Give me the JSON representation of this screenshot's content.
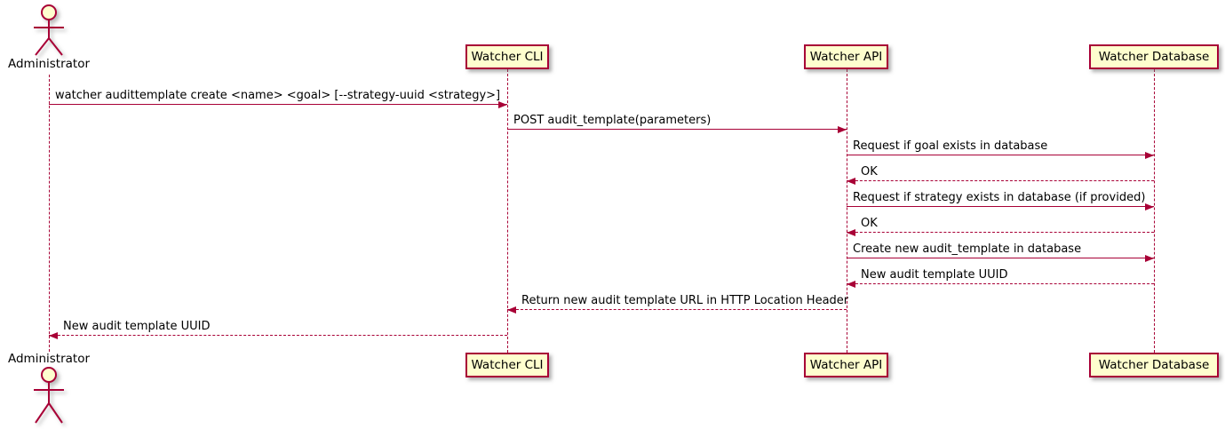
{
  "diagram": {
    "type": "sequence",
    "actor": {
      "label": "Administrator"
    },
    "participants": [
      {
        "id": "watcher-cli",
        "label": "Watcher CLI"
      },
      {
        "id": "watcher-api",
        "label": "Watcher API"
      },
      {
        "id": "watcher-database",
        "label": "Watcher Database"
      }
    ],
    "messages": [
      {
        "from": "Administrator",
        "to": "Watcher CLI",
        "line": "solid",
        "text": "watcher audittemplate create <name> <goal> [--strategy-uuid <strategy>]"
      },
      {
        "from": "Watcher CLI",
        "to": "Watcher API",
        "line": "solid",
        "text": "POST audit_template(parameters)"
      },
      {
        "from": "Watcher API",
        "to": "Watcher Database",
        "line": "solid",
        "text": "Request if goal exists in database"
      },
      {
        "from": "Watcher Database",
        "to": "Watcher API",
        "line": "dashed",
        "text": "OK"
      },
      {
        "from": "Watcher API",
        "to": "Watcher Database",
        "line": "solid",
        "text": "Request if strategy exists in database (if provided)"
      },
      {
        "from": "Watcher Database",
        "to": "Watcher API",
        "line": "dashed",
        "text": "OK"
      },
      {
        "from": "Watcher API",
        "to": "Watcher Database",
        "line": "solid",
        "text": "Create new audit_template in database"
      },
      {
        "from": "Watcher Database",
        "to": "Watcher API",
        "line": "dashed",
        "text": "New audit template UUID"
      },
      {
        "from": "Watcher API",
        "to": "Watcher CLI",
        "line": "dashed",
        "text": "Return new audit template URL in HTTP Location Header"
      },
      {
        "from": "Watcher CLI",
        "to": "Administrator",
        "line": "dashed",
        "text": "New audit template UUID"
      }
    ],
    "colors": {
      "participant_fill": "#FEFECE",
      "line": "#A80036",
      "text": "#000000",
      "background": "#FFFFFF"
    }
  }
}
